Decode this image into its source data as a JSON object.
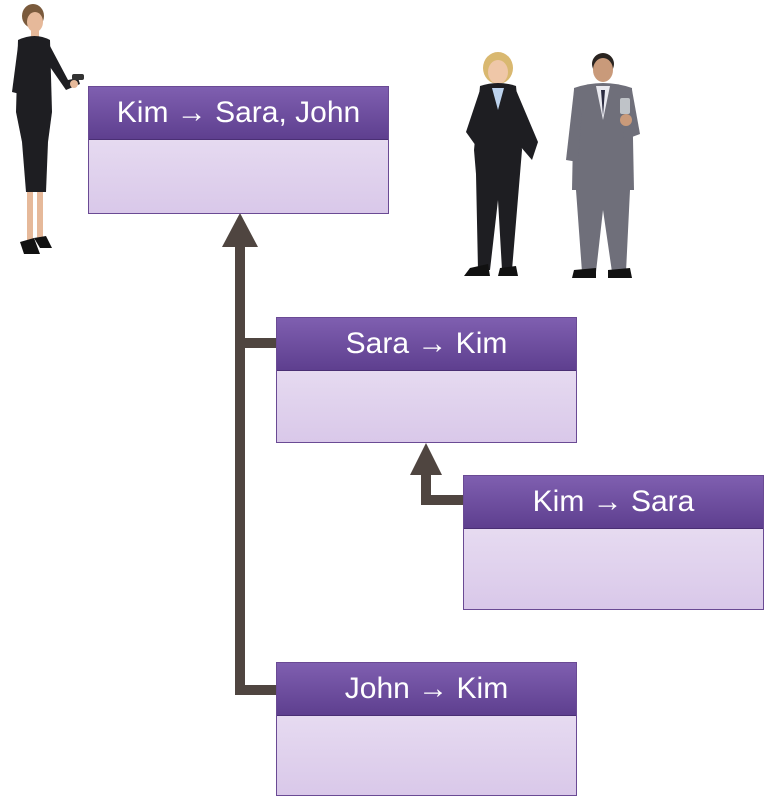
{
  "messages": [
    {
      "id": "kim-to-sara-john",
      "title": "Kim → Sara, John",
      "body": ""
    },
    {
      "id": "sara-to-kim",
      "title": "Sara → Kim",
      "body": ""
    },
    {
      "id": "kim-to-sara",
      "title": "Kim → Sara",
      "body": ""
    },
    {
      "id": "john-to-kim",
      "title": "John → Kim",
      "body": ""
    }
  ],
  "colors": {
    "header": "#6b4c9e",
    "body": "#e6daf0",
    "connector": "#4f4540"
  },
  "people": [
    {
      "name": "woman-with-phone-figure"
    },
    {
      "name": "woman-in-suit-figure"
    },
    {
      "name": "man-with-phone-figure"
    }
  ]
}
